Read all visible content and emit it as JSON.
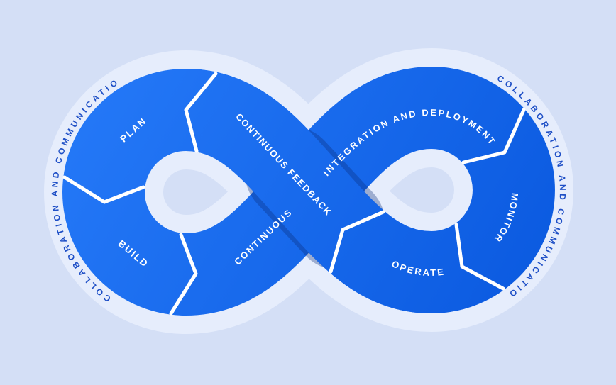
{
  "diagram": {
    "type": "devops-infinity-loop",
    "labels": {
      "plan": "PLAN",
      "build": "BUILD",
      "continuous": "CONTINUOUS",
      "continuous_feedback": "CONTINUOUS FEEDBACK",
      "integration_deployment": "INTEGRATION AND DEPLOYMENT",
      "monitor": "MONITOR",
      "operate": "OPERATE",
      "outer_left": "COLLABORATION AND COMMUNICATION",
      "outer_right": "COLLABORATION AND COMMUNICATION"
    },
    "colors": {
      "background": "#d4dff6",
      "halo": "#e6edfc",
      "ribbon_light": "#2478f7",
      "ribbon_dark": "#0b5ae0",
      "crossing_shadow": "rgba(8,42,118,0.33)",
      "separator": "#ffffff",
      "inner_text": "#ffffff",
      "outer_text": "#1e4fc6"
    }
  }
}
